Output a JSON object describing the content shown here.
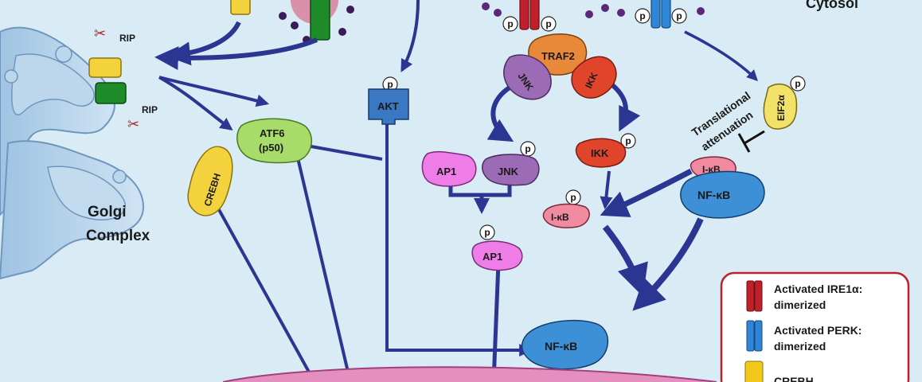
{
  "compartments": {
    "cytosol": "Cytosol",
    "golgi_line1": "Golgi",
    "golgi_line2": "Complex"
  },
  "labels": {
    "rip": "RIP",
    "phospho": "p",
    "traf2": "TRAF2",
    "jnk": "JNK",
    "ikk": "IKK",
    "akt": "AKT",
    "atf6_line1": "ATF6",
    "atf6_line2": "(p50)",
    "crebh": "CREBH",
    "ap1": "AP1",
    "ikappab": "I-κB",
    "nfkappab": "NF-κB",
    "eif2a": "EIF2α",
    "translational_line1": "Translational",
    "translational_line2": "attenuation"
  },
  "legend": {
    "items": [
      {
        "line1": "Activated IRE1α:",
        "line2": "dimerized",
        "color": "#c0202a"
      },
      {
        "line1": "Activated PERK:",
        "line2": "dimerized",
        "color": "#2f86d6"
      },
      {
        "line1": "CREBH",
        "line2": "",
        "color": "#f2c81a"
      }
    ]
  },
  "colors": {
    "arrow": "#2b3692",
    "background": "#d9ecf5",
    "traf2": "#e8893a",
    "jnk": "#9b6bb5",
    "ikk": "#e0452c",
    "akt": "#3a78c3",
    "atf6": "#a8dc6a",
    "crebh": "#f4d23e",
    "ap1": "#ee7de8",
    "ikappab": "#f08aa0",
    "nfkappab": "#3d90d6",
    "eif2a": "#f3e26a"
  }
}
